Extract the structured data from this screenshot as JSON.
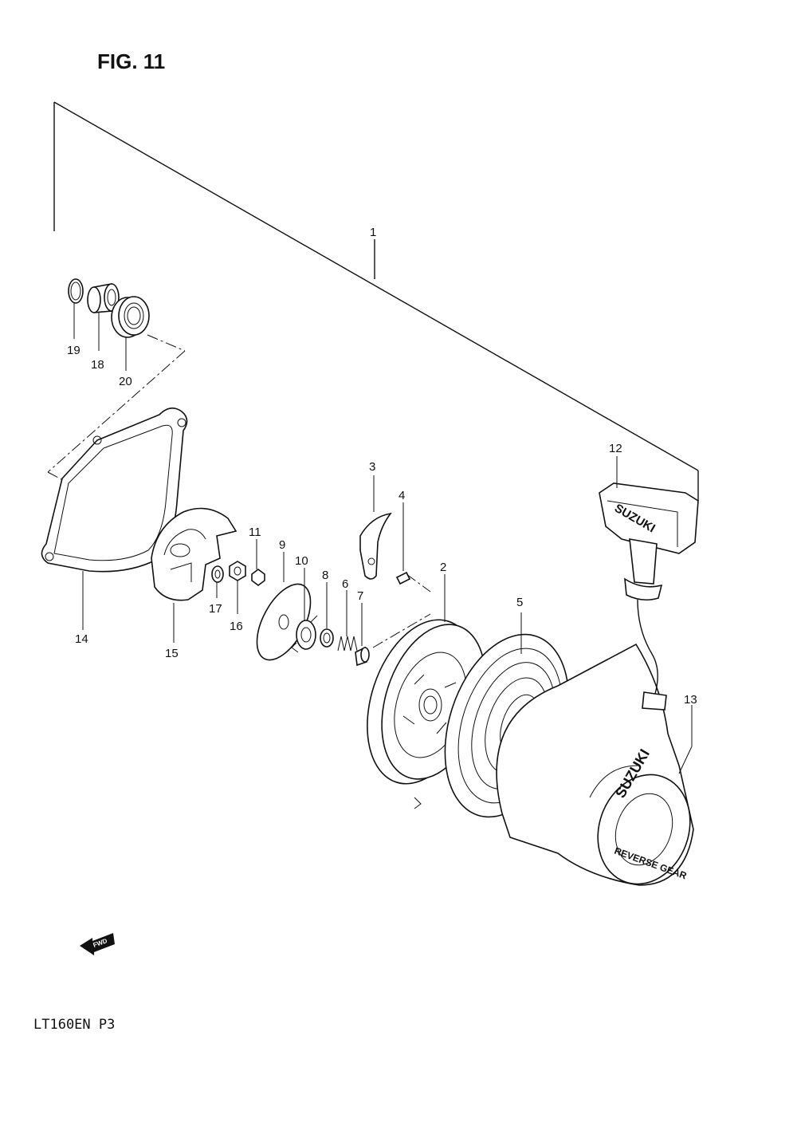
{
  "figure": {
    "title": "FIG. 11",
    "code": "LT160EN P3",
    "fwd_label": "FWD"
  },
  "callouts": [
    "1",
    "2",
    "3",
    "4",
    "5",
    "6",
    "7",
    "8",
    "9",
    "10",
    "11",
    "12",
    "13",
    "14",
    "15",
    "16",
    "17",
    "18",
    "19",
    "20"
  ],
  "brand_marks": {
    "handle_logo": "SUZUKI",
    "cover_logo": "SUZUKI",
    "cover_ring_text": "REVERSE GEAR"
  }
}
